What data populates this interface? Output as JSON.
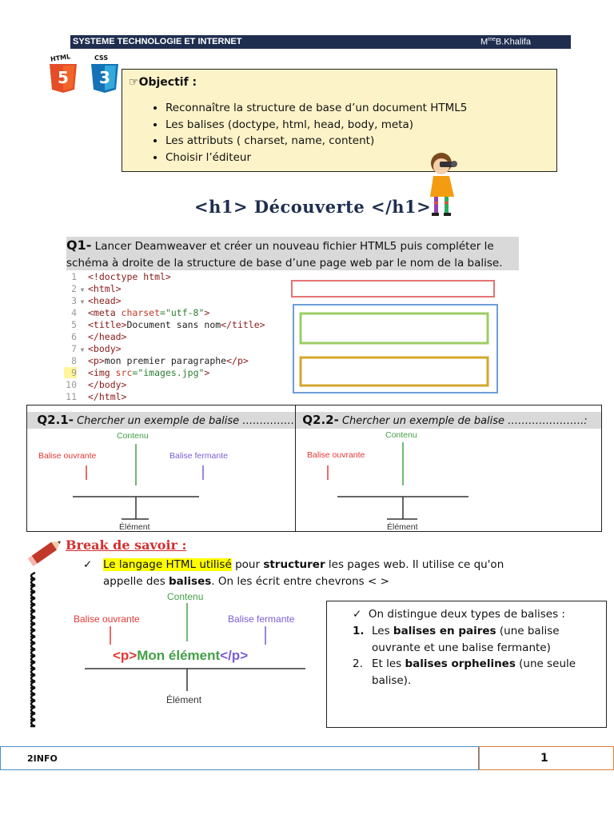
{
  "header": {
    "subject": "SYSTEME TECHNOLOGIE ET INTERNET",
    "teacher_prefix": "M",
    "teacher_sup": "me",
    "teacher_name": "B.Khalifa"
  },
  "logos": {
    "html": "HTML",
    "css": "CSS",
    "html_num": "5",
    "css_num": "3"
  },
  "objectif": {
    "title": "Objectif :",
    "items": [
      "Reconnaître la structure de base d’un document HTML5",
      "Les balises (doctype, html, head, body, meta)",
      "Les attributs ( charset, name, content)",
      "Choisir l’éditeur"
    ]
  },
  "section_title": "<h1>  Découverte </h1>",
  "q1": {
    "label": "Q1-",
    "text": " Lancer Deamweaver et créer un nouveau fichier HTML5 puis  compléter le schéma à droite de la structure de base d’une page web par le nom de la balise."
  },
  "code_lines": [
    {
      "n": "1",
      "arrow": "",
      "tag": "<!doctype html>",
      "attr": "",
      "val": "",
      "text": "",
      "close": ""
    },
    {
      "n": "2",
      "arrow": "▼",
      "tag": "<html>",
      "attr": "",
      "val": "",
      "text": "",
      "close": ""
    },
    {
      "n": "3",
      "arrow": "▼",
      "tag": "<head>",
      "attr": "",
      "val": "",
      "text": "",
      "close": ""
    },
    {
      "n": "4",
      "arrow": "",
      "tag": "<meta ",
      "attr": "charset",
      "val": "=\"utf-8\"",
      "text": "",
      "close": ">"
    },
    {
      "n": "5",
      "arrow": "",
      "tag": "<title>",
      "attr": "",
      "val": "",
      "text": "Document sans nom",
      "close": "</title>"
    },
    {
      "n": "6",
      "arrow": "",
      "tag": "</head>",
      "attr": "",
      "val": "",
      "text": "",
      "close": ""
    },
    {
      "n": "7",
      "arrow": "▼",
      "tag": "<body>",
      "attr": "",
      "val": "",
      "text": "",
      "close": ""
    },
    {
      "n": "8",
      "arrow": "",
      "tag": "<p>",
      "attr": "",
      "val": "",
      "text": "mon premier paragraphe",
      "close": "</p>"
    },
    {
      "n": "9",
      "arrow": "",
      "tag": "<img ",
      "attr": "src",
      "val": "=\"images.jpg\"",
      "text": "",
      "close": ">"
    },
    {
      "n": "10",
      "arrow": "",
      "tag": "</body>",
      "attr": "",
      "val": "",
      "text": "",
      "close": ""
    },
    {
      "n": "11",
      "arrow": "",
      "tag": "</html>",
      "attr": "",
      "val": "",
      "text": "",
      "close": ""
    }
  ],
  "q2_1": {
    "label": "Q2.1-",
    "text": " Chercher un exemple de balise ………………………"
  },
  "q2_2": {
    "label": "Q2.2-",
    "text": " Chercher un exemple de balise ………………….:"
  },
  "diagram_labels": {
    "contenu": "Contenu",
    "ouvrante": "Balise ouvrante",
    "fermante": "Balise fermante",
    "element": "Élément"
  },
  "break_title": "Break de savoir :",
  "para": {
    "hl": "Le langage HTML utilisé",
    "t1": " pour ",
    "b1": "structurer",
    "t2": " les pages web. Il utilise ce qu'on appelle des ",
    "b2": "balises",
    "t3": ". On les écrit entre chevrons  <  >"
  },
  "example": {
    "open": "<p>",
    "content": "Mon élément",
    "close": "</p>"
  },
  "types": {
    "intro": "On distingue deux types de balises :",
    "item1_num": "1.",
    "item1_a": "Les ",
    "item1_b": "balises en paires",
    "item1_c": " (une balise ouvrante et une balise fermante)",
    "item2_num": "2.",
    "item2_a": "Et les ",
    "item2_b": "balises orphelines",
    "item2_c": " (une seule balise)."
  },
  "footer": {
    "class": "2INFO",
    "page": "1"
  },
  "colors": {
    "header_bg": "#1f2e4f",
    "objectif_bg": "#fdf3c8",
    "red": "#e53935",
    "green": "#43a047",
    "purple": "#7b5cd6",
    "blue_frame": "#6d9ed8",
    "yellow_frame": "#d4a72c"
  }
}
